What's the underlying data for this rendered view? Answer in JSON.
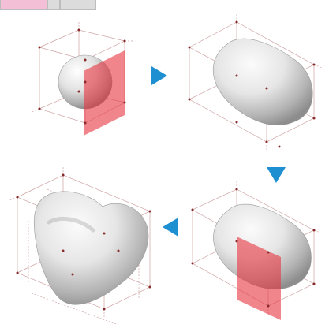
{
  "toolbar": {
    "segments": [
      {
        "name": "pink-segment",
        "color": "#f3bfd6"
      },
      {
        "name": "gray-segment-1",
        "color": "#dcdcdc"
      },
      {
        "name": "gray-segment-2",
        "color": "#dcdcdc"
      }
    ]
  },
  "colors": {
    "arrow": "#1e8fd1",
    "plane": "#e8343f",
    "guide": "#cfa4a4",
    "point": "#8a2b2b",
    "shape_light": "#fbfbfb",
    "shape_mid": "#d9d9d9",
    "shape_dark": "#8d8d8d"
  },
  "steps": [
    {
      "id": "sphere",
      "label": "",
      "shape": "sphere",
      "has_plane": true
    },
    {
      "id": "capsule",
      "label": "",
      "shape": "capsule",
      "has_plane": false
    },
    {
      "id": "capsule-cut",
      "label": "",
      "shape": "capsule",
      "has_plane": true
    },
    {
      "id": "heart",
      "label": "",
      "shape": "heart",
      "has_plane": false
    }
  ],
  "arrows": [
    {
      "id": "arrow-right",
      "icon": "triangle-right-icon"
    },
    {
      "id": "arrow-down",
      "icon": "triangle-down-icon"
    },
    {
      "id": "arrow-left",
      "icon": "triangle-left-icon"
    }
  ]
}
